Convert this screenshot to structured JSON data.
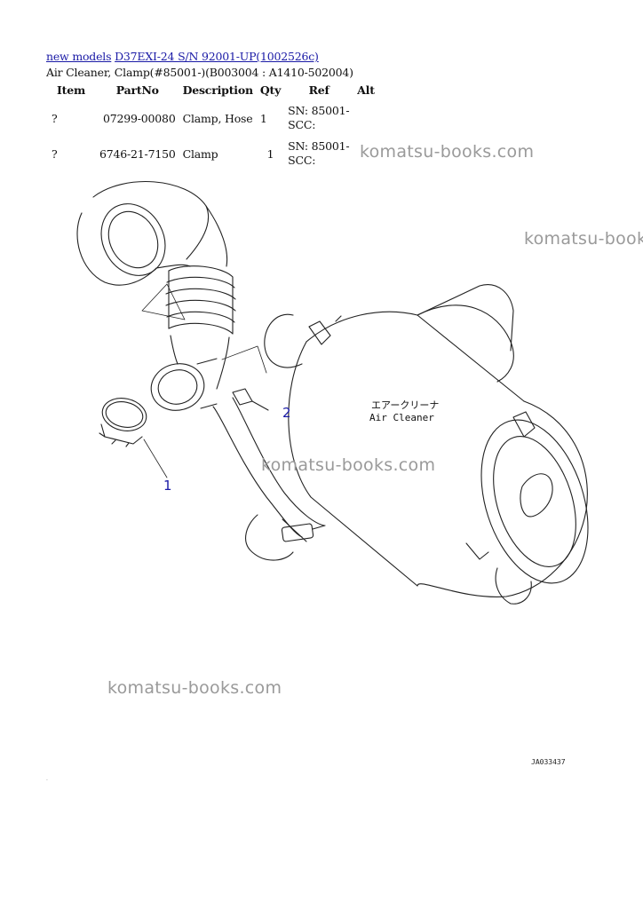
{
  "breadcrumb": {
    "link1": "new models",
    "link2": "D37EXI-24 S/N 92001-UP(1002526c)"
  },
  "subtitle": "Air Cleaner, Clamp(#85001-)(B003004 : A1410-502004)",
  "table": {
    "headers": [
      "Item",
      "PartNo",
      "Description",
      "Qty",
      "Ref",
      "Alt"
    ],
    "rows": [
      {
        "item": "?",
        "partno": "07299-00080",
        "description": "Clamp, Hose",
        "qty": "1",
        "ref": "SN: 85001-SCC:",
        "alt": ""
      },
      {
        "item": "?",
        "partno": "6746-21-7150",
        "description": "Clamp",
        "qty": "1",
        "ref": "SN: 85001-SCC:",
        "alt": ""
      }
    ]
  },
  "watermarks": [
    "komatsu-books.com",
    "komatsu-books.com",
    "komatsu-books.com",
    "komatsu-books.com"
  ],
  "drawing": {
    "callouts": [
      "1",
      "2"
    ],
    "label_jp": "エアークリーナ",
    "label_en": "Air Cleaner",
    "code": "JA033437",
    "callout_color": "#1a1aa6"
  },
  "footer_mark": "."
}
